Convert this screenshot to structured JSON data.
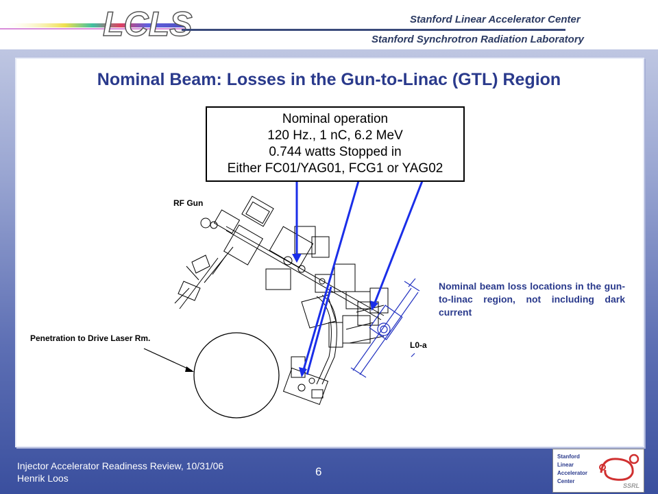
{
  "header": {
    "logo_text": "LCLS",
    "org_line1": "Stanford Linear Accelerator Center",
    "org_line2": "Stanford Synchrotron Radiation Laboratory"
  },
  "slide": {
    "title": "Nominal Beam: Losses in the Gun-to-Linac (GTL) Region",
    "operation_box": [
      "Nominal operation",
      "120 Hz., 1 nC, 6.2 MeV",
      "0.744 watts Stopped in",
      "Either FC01/YAG01, FCG1 or YAG02"
    ],
    "labels": {
      "rf_gun": "RF Gun",
      "penetration": "Penetration to Drive Laser Rm.",
      "l0a": "L0-a"
    },
    "note": "Nominal beam loss locations in the gun-to-linac region, not including dark current"
  },
  "footer": {
    "line1": "Injector Accelerator Readiness Review, 10/31/06",
    "line2": "Henrik Loos",
    "page": "6"
  },
  "logo_badge": {
    "lines": [
      "Stanford",
      "Linear",
      "Accelerator",
      "Center"
    ],
    "ssrl": "SSRL"
  },
  "colors": {
    "title": "#2a3a8c",
    "arrow": "#1a2ee8",
    "background": "#5d6fb4"
  }
}
